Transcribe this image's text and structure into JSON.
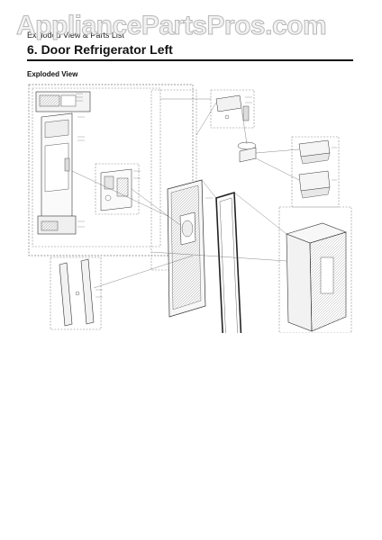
{
  "header": {
    "breadcrumb": "Exploded View & Parts List",
    "watermark": "AppliancePartsPros.com"
  },
  "section": {
    "title": "6.  Door Refrigerator Left"
  },
  "diagram": {
    "subheading": "Exploded View"
  }
}
